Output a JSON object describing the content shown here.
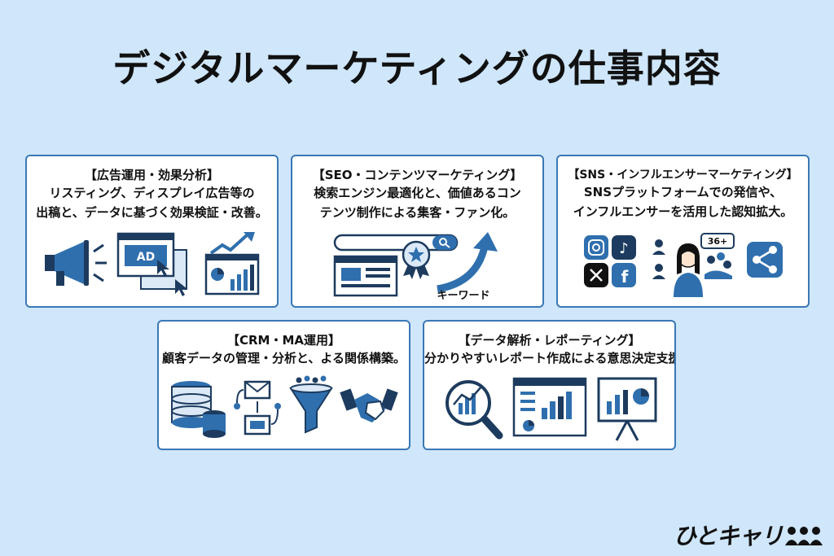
{
  "title": "デジタルマーケティングの仕事内容",
  "cards": [
    {
      "heading": "【広告運用・効果分析】",
      "lines": [
        "リスティング、ディスプレイ広告等の",
        "出稿と、データに基づく効果検証・改善。"
      ],
      "ad_label": "AD",
      "icons": [
        "megaphone-icon",
        "ad-window-icon",
        "cursor-icon",
        "growth-chart-icon"
      ]
    },
    {
      "heading": "【SEO・コンテンツマーケティング】",
      "lines": [
        "検索エンジン最適化と、価値あるコン",
        "テンツ制作による集客・ファン化。"
      ],
      "keyword_label": "キーワード",
      "icons": [
        "search-bar-icon",
        "badge-icon",
        "webpage-icon",
        "rising-arrow-icon"
      ]
    },
    {
      "heading": "【SNS・インフルエンサーマーケティング】",
      "lines": [
        "SNSプラットフォームでの発信や、",
        "インフルエンサーを活用した認知拡大。"
      ],
      "follower_label": "36+",
      "icons": [
        "instagram-icon",
        "tiktok-icon",
        "x-icon",
        "facebook-icon",
        "influencer-icon",
        "share-icon"
      ]
    },
    {
      "heading": "【CRM・MA運用】",
      "lines": [
        "顧客データの管理・分析と、よる関係構築。"
      ],
      "icons": [
        "database-icon",
        "email-flow-icon",
        "funnel-icon",
        "handshake-icon"
      ]
    },
    {
      "heading": "【データ解析・レポーティング】",
      "lines": [
        "分かりやすいレポート作成による意思決定支援。"
      ],
      "icons": [
        "magnifier-chart-icon",
        "dashboard-icon",
        "presentation-board-icon"
      ]
    }
  ],
  "logo": "ひとキャリ",
  "colors": {
    "background": "#cfe6fb",
    "card_border": "#3a78b5",
    "icon_blue": "#2f6fae",
    "icon_dark": "#1d3b5e",
    "icon_light": "#dbe9f7"
  }
}
